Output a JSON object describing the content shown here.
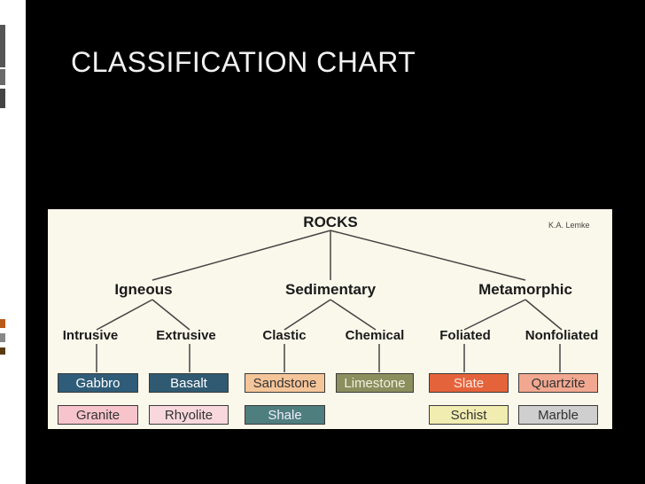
{
  "slide": {
    "title": "CLASSIFICATION CHART"
  },
  "diagram": {
    "root": "ROCKS",
    "author": "K.A. Lemke",
    "categories": [
      "Igneous",
      "Sedimentary",
      "Metamorphic"
    ],
    "subcategories": [
      "Intrusive",
      "Extrusive",
      "Clastic",
      "Chemical",
      "Foliated",
      "Nonfoliated"
    ],
    "rocks_row1": [
      "Gabbro",
      "Basalt",
      "Sandstone",
      "Limestone",
      "Slate",
      "Quartzite"
    ],
    "rocks_row2": [
      "Granite",
      "Rhyolite",
      "Shale",
      "Schist",
      "Marble"
    ],
    "colors": {
      "gabbro": "#2f5c78",
      "basalt": "#2f5a72",
      "sandstone": "#f5c59a",
      "limestone": "#8b8f5e",
      "slate": "#e5633b",
      "quartzite": "#f2a890",
      "granite": "#f7c4cc",
      "rhyolite": "#f8d8dc",
      "shale": "#4f7e7e",
      "schist": "#f1ecb0",
      "marble": "#cfcfcf"
    }
  }
}
